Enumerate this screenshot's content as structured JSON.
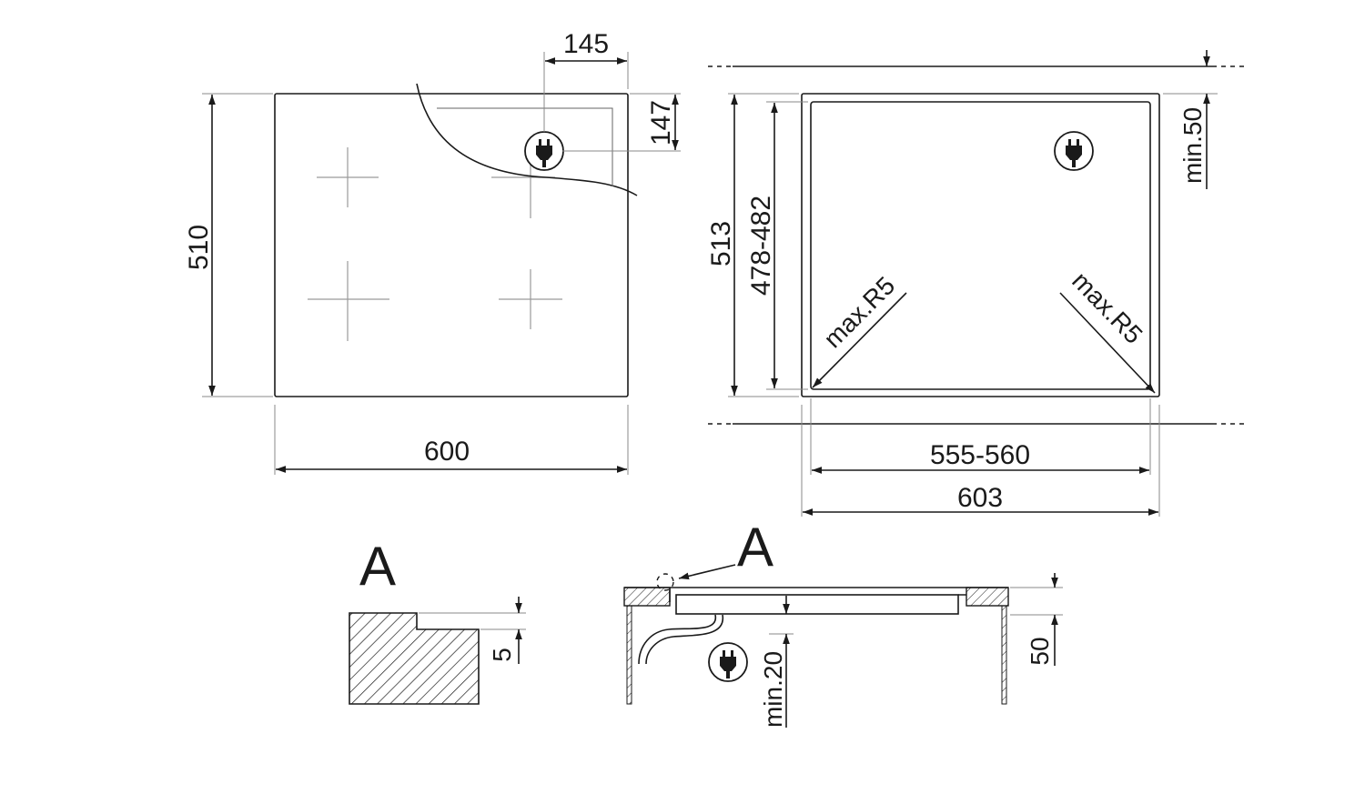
{
  "top_view": {
    "dim_width": "600",
    "dim_depth": "510",
    "dim_plug_x": "145",
    "dim_plug_y": "147"
  },
  "cutout_view": {
    "dim_outer_width": "603",
    "dim_inner_width": "555-560",
    "dim_outer_depth": "513",
    "dim_inner_depth": "478-482",
    "dim_wall_clearance": "min.50",
    "radius_left": "max.R5",
    "radius_right": "max.R5"
  },
  "detail_a": {
    "label": "A",
    "dim_step": "5"
  },
  "section_view": {
    "label": "A",
    "dim_below": "min.20",
    "dim_worktop": "50"
  },
  "icons": {
    "plug": "plug-icon"
  },
  "colors": {
    "line": "#1a1a1a"
  }
}
